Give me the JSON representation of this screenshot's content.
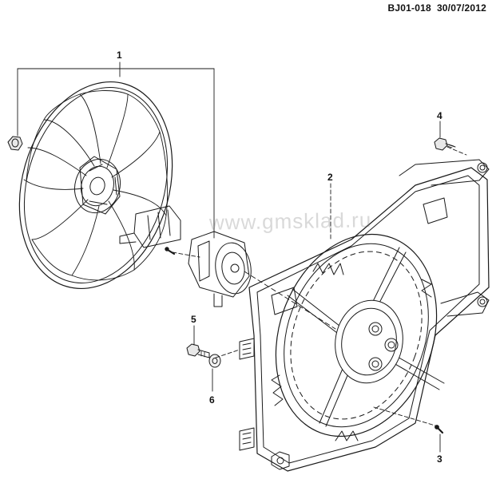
{
  "header": {
    "diagram_code": "BJ01-018",
    "date": "30/07/2012"
  },
  "watermark": "www.gmsklad.ru",
  "callouts": [
    {
      "id": "callout-1",
      "label": "1"
    },
    {
      "id": "callout-2",
      "label": "2"
    },
    {
      "id": "callout-3",
      "label": "3"
    },
    {
      "id": "callout-4",
      "label": "4"
    },
    {
      "id": "callout-5",
      "label": "5"
    },
    {
      "id": "callout-6",
      "label": "6"
    }
  ]
}
